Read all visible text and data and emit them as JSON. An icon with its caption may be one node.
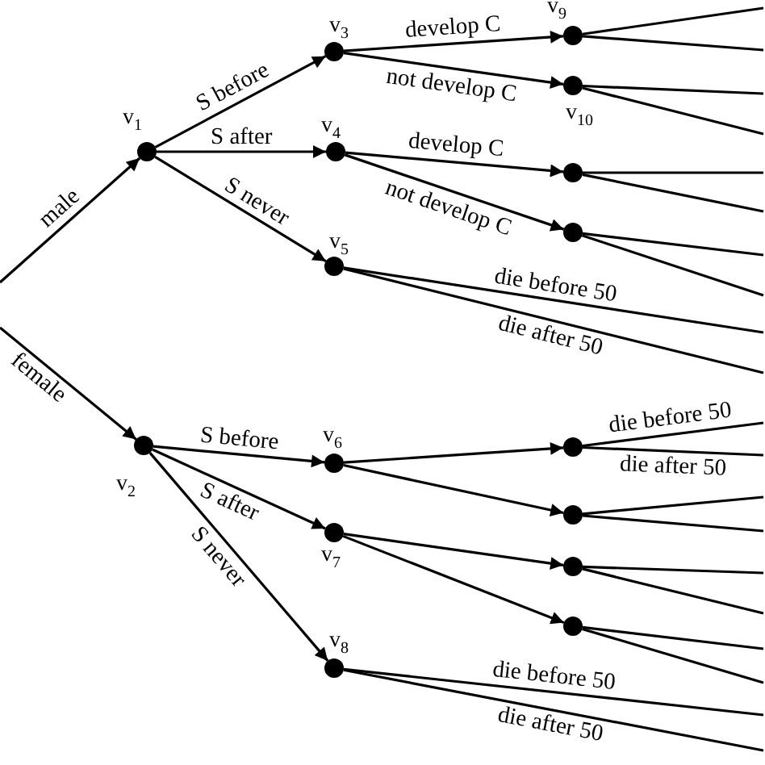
{
  "diagram": {
    "nodes": [
      {
        "text": [],
        "shape": "circle",
        "beside": [
          "v$_{1}$"
        ]
      },
      {
        "text": [],
        "shape": "circle",
        "beside": [
          "v$_{2}$"
        ]
      },
      {
        "text": [],
        "shape": "circle",
        "beside": [
          "v$_{3}$"
        ]
      },
      {
        "text": [],
        "shape": "circle",
        "beside": [
          "v$_{4}$"
        ]
      },
      {
        "text": [],
        "shape": "circle",
        "beside": [
          "v$_{5}$"
        ]
      },
      {
        "text": [],
        "shape": "circle",
        "beside": [
          "v$_{6}$"
        ]
      },
      {
        "text": [],
        "shape": "circle",
        "beside": [
          "v$_{7}$"
        ]
      },
      {
        "text": [],
        "shape": "circle",
        "beside": [
          "v$_{8}$"
        ]
      },
      {
        "text": [],
        "shape": "circle",
        "beside": [
          "v$_{9}$"
        ]
      },
      {
        "text": [],
        "shape": "circle",
        "beside": [
          "v$_{10}$"
        ]
      },
      {
        "text": [],
        "shape": "circle"
      },
      {
        "text": [],
        "shape": "circle"
      },
      {
        "text": [],
        "shape": "circle"
      },
      {
        "text": [],
        "shape": "circle"
      },
      {
        "text": [],
        "shape": "circle"
      },
      {
        "text": [],
        "shape": "circle"
      }
    ],
    "edges": [
      {
        "from": null,
        "to": 0,
        "arrow": "to",
        "label": "male"
      },
      {
        "from": null,
        "to": 1,
        "arrow": "to",
        "label": "female"
      },
      {
        "from": 0,
        "to": 2,
        "arrow": "to",
        "label": "S before"
      },
      {
        "from": 0,
        "to": 3,
        "arrow": "to",
        "label": "S after"
      },
      {
        "from": 0,
        "to": 4,
        "arrow": "to",
        "label": "S never"
      },
      {
        "from": 2,
        "to": 8,
        "arrow": "to",
        "label": "develop C"
      },
      {
        "from": 2,
        "to": 9,
        "arrow": "to",
        "label": "not develop C"
      },
      {
        "from": 3,
        "to": 10,
        "arrow": "to",
        "label": "develop C"
      },
      {
        "from": 3,
        "to": 11,
        "arrow": "to",
        "label": "not develop C"
      },
      {
        "from": 1,
        "to": 5,
        "arrow": "to",
        "label": "S before"
      },
      {
        "from": 1,
        "to": 6,
        "arrow": "to",
        "label": "S after"
      },
      {
        "from": 1,
        "to": 7,
        "arrow": "to",
        "label": "S never"
      },
      {
        "from": 5,
        "to": 12,
        "arrow": "to"
      },
      {
        "from": 5,
        "to": 13,
        "arrow": "to"
      },
      {
        "from": 6,
        "to": 14,
        "arrow": "to"
      },
      {
        "from": 6,
        "to": 15,
        "arrow": "to"
      },
      {
        "from": 8,
        "to": null,
        "arrow": "none"
      },
      {
        "from": 8,
        "to": null,
        "arrow": "none"
      },
      {
        "from": 9,
        "to": null,
        "arrow": "none"
      },
      {
        "from": 9,
        "to": null,
        "arrow": "none"
      },
      {
        "from": 10,
        "to": null,
        "arrow": "none"
      },
      {
        "from": 10,
        "to": null,
        "arrow": "none"
      },
      {
        "from": 11,
        "to": null,
        "arrow": "none"
      },
      {
        "from": 11,
        "to": null,
        "arrow": "none"
      },
      {
        "from": 4,
        "to": null,
        "arrow": "none",
        "label": "die before 50"
      },
      {
        "from": 4,
        "to": null,
        "arrow": "none",
        "label": "die after 50"
      },
      {
        "from": 12,
        "to": null,
        "arrow": "none",
        "label": "die before 50"
      },
      {
        "from": 12,
        "to": null,
        "arrow": "none",
        "label": "die after 50"
      },
      {
        "from": 13,
        "to": null,
        "arrow": "none"
      },
      {
        "from": 13,
        "to": null,
        "arrow": "none"
      },
      {
        "from": 14,
        "to": null,
        "arrow": "none"
      },
      {
        "from": 14,
        "to": null,
        "arrow": "none"
      },
      {
        "from": 15,
        "to": null,
        "arrow": "none"
      },
      {
        "from": 15,
        "to": null,
        "arrow": "none"
      },
      {
        "from": 7,
        "to": null,
        "arrow": "none",
        "label": "die before 50"
      },
      {
        "from": 7,
        "to": null,
        "arrow": "none",
        "label": "die after 50"
      }
    ]
  }
}
